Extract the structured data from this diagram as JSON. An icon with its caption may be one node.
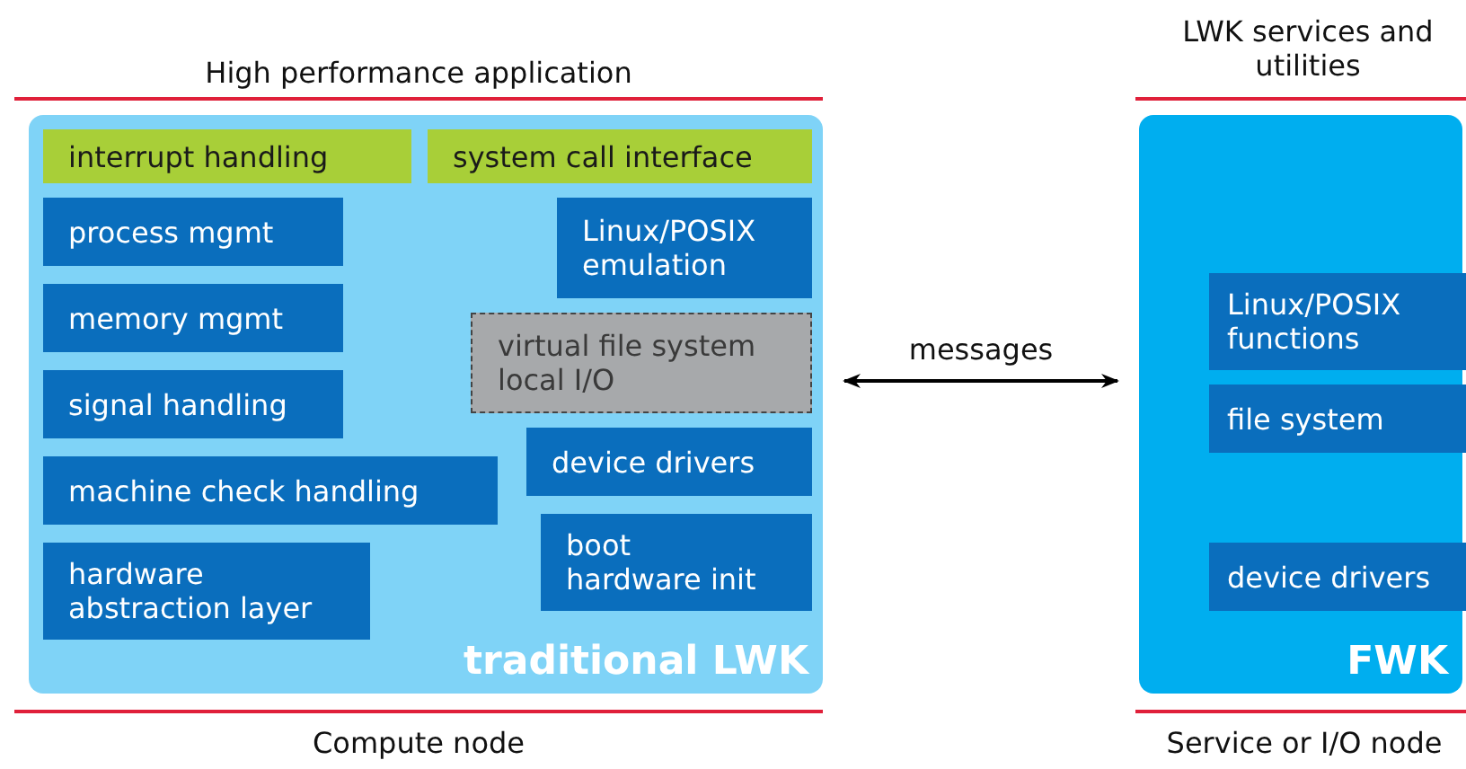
{
  "diagram": {
    "nodes": [
      {
        "text": [
          "traditional LWK"
        ]
      },
      {
        "text": [
          "interrupt handling"
        ],
        "in": 0
      },
      {
        "text": [
          "system call interface"
        ],
        "in": 0
      },
      {
        "text": [
          "process mgmt"
        ],
        "in": 0
      },
      {
        "text": [
          "Linux/POSIX emulation"
        ],
        "in": 0
      },
      {
        "text": [
          "memory mgmt"
        ],
        "in": 0
      },
      {
        "text": [
          "virtual file system local I/O"
        ],
        "in": 0
      },
      {
        "text": [
          "signal handling"
        ],
        "in": 0
      },
      {
        "text": [
          "device drivers"
        ],
        "in": 0
      },
      {
        "text": [
          "machine check handling"
        ],
        "in": 0
      },
      {
        "text": [
          "boot hardware init"
        ],
        "in": 0
      },
      {
        "text": [
          "hardware abstraction layer"
        ],
        "in": 0
      },
      {
        "text": [
          "FWK"
        ]
      },
      {
        "text": [
          "Linux/POSIX functions"
        ],
        "in": 12
      },
      {
        "text": [
          "file system"
        ],
        "in": 12
      },
      {
        "text": [
          "device drivers"
        ],
        "in": 12
      }
    ],
    "edges": [
      {
        "from": 0,
        "to": 12,
        "arrow": "both",
        "label": "messages"
      }
    ],
    "labels": [
      "LWK services and utilities",
      "High performance application",
      "Compute node",
      "Service or I/O node"
    ]
  }
}
